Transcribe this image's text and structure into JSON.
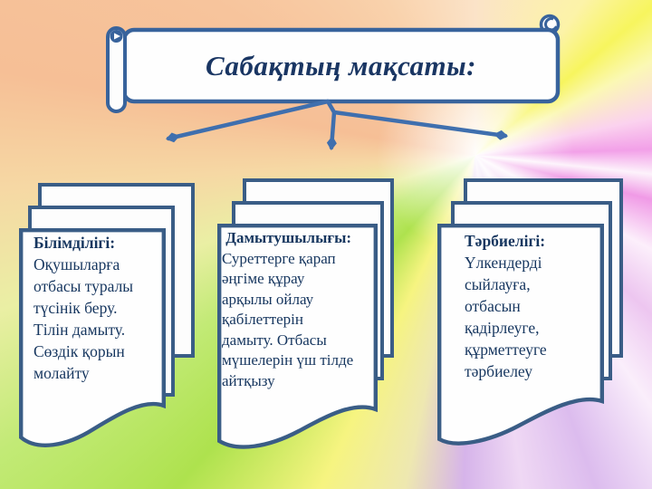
{
  "slide": {
    "title": "Сабақтың мақсаты:"
  },
  "cards": [
    {
      "heading": "Білімділігі:",
      "body": "Оқушыларға\nотбасы туралы\nтүсінік беру.\nТілін дамыту.\nСөздік қорын\nмолайту"
    },
    {
      "heading": " Дамытушылығы:",
      "body": "Суреттерге қарап\nәңгіме құрау\nарқылы ойлау\nқабілеттерін\nдамыту. Отбасы\nмүшелерін үш тілде\nайтқызу"
    },
    {
      "heading": "Тәрбиелігі:",
      "body": "Үлкендерді\nсыйлауға,\nотбасын\nқадірлеуге,\nқұрметтеуге\nтәрбиелеу"
    }
  ],
  "colors": {
    "title_border": "#38639c",
    "card_border": "#3a5d86",
    "arrow": "#3f6fae",
    "text_navy": "#16365f",
    "bg_peach": "#f7c29c",
    "bg_yellow": "#f7f55e",
    "bg_pink": "#f09ae6",
    "bg_green": "#aee24e",
    "bg_lavender": "#d6b4ea"
  }
}
